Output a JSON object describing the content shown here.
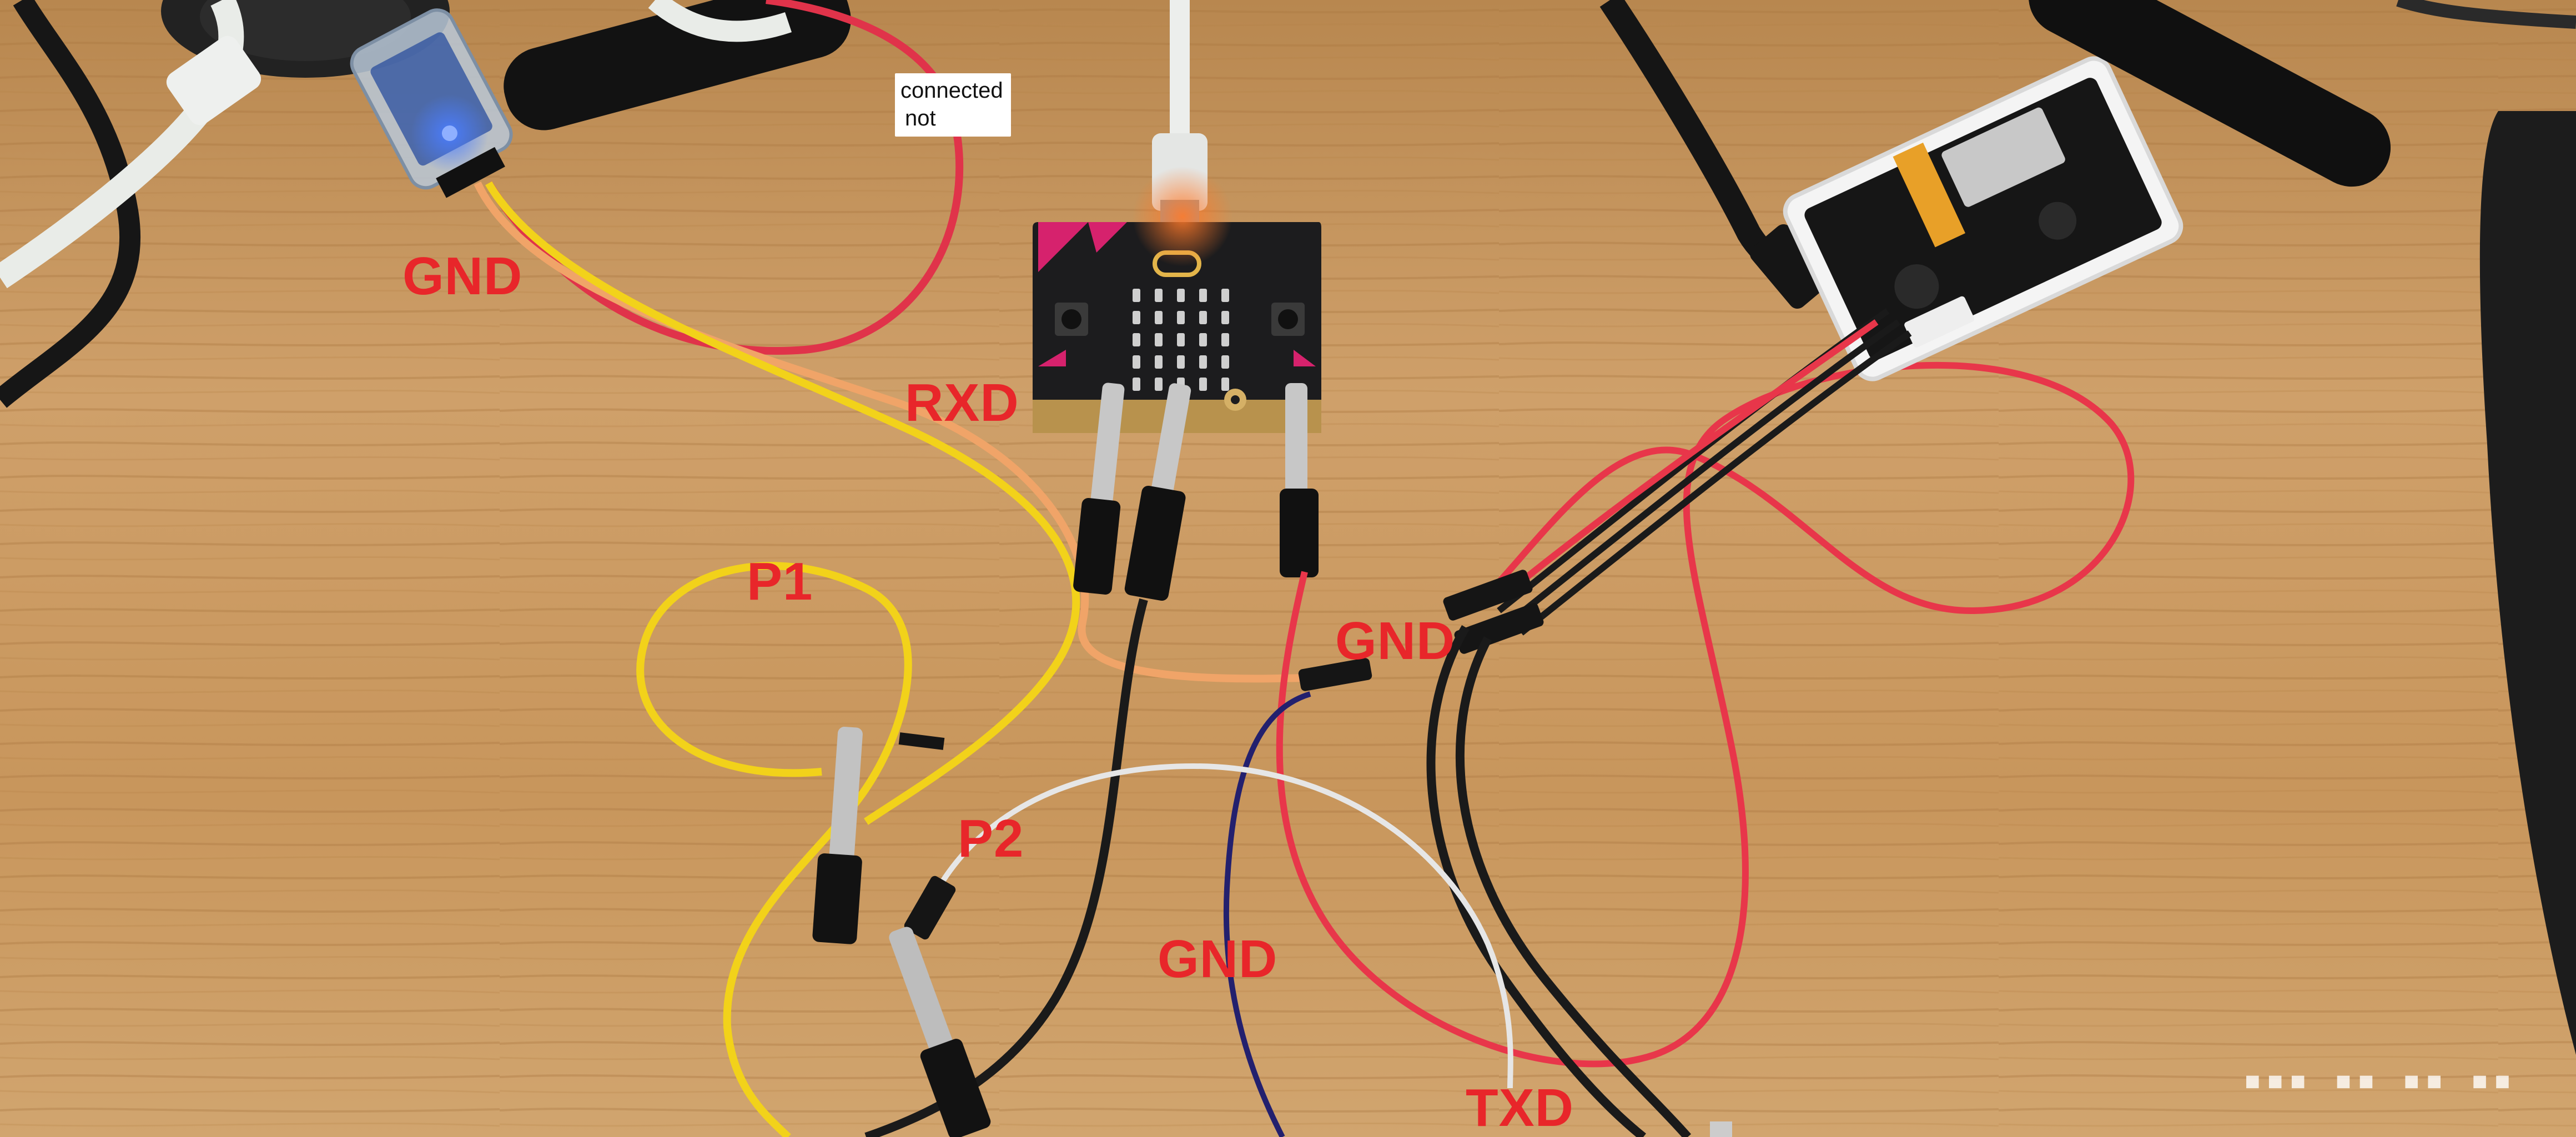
{
  "labels": {
    "gnd_top_left": "GND",
    "rxd": "RXD",
    "p1": "P1",
    "p2": "P2",
    "gnd_right": "GND",
    "gnd_bottom": "GND",
    "txd": "TXD"
  },
  "note": {
    "line1": "connected",
    "line2": "not"
  },
  "colors": {
    "label_red": "#e8262a",
    "wood": "#c89a64",
    "wire_red": "#e8364a",
    "wire_yellow": "#f2d21a",
    "wire_black": "#1a1a1a",
    "wire_white": "#e6e6e6",
    "wire_blue": "#23206e",
    "board_black": "#1c1c1e",
    "board_pink": "#d6226d"
  }
}
